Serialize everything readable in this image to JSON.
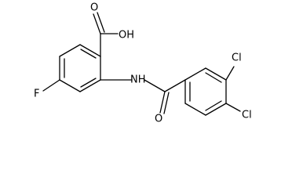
{
  "labels": {
    "oh": "OH",
    "o_acid": "O",
    "fluorine": "F",
    "nh": "NH",
    "cl_top": "Cl",
    "cl_bottom": "Cl",
    "o_amide": "O"
  }
}
